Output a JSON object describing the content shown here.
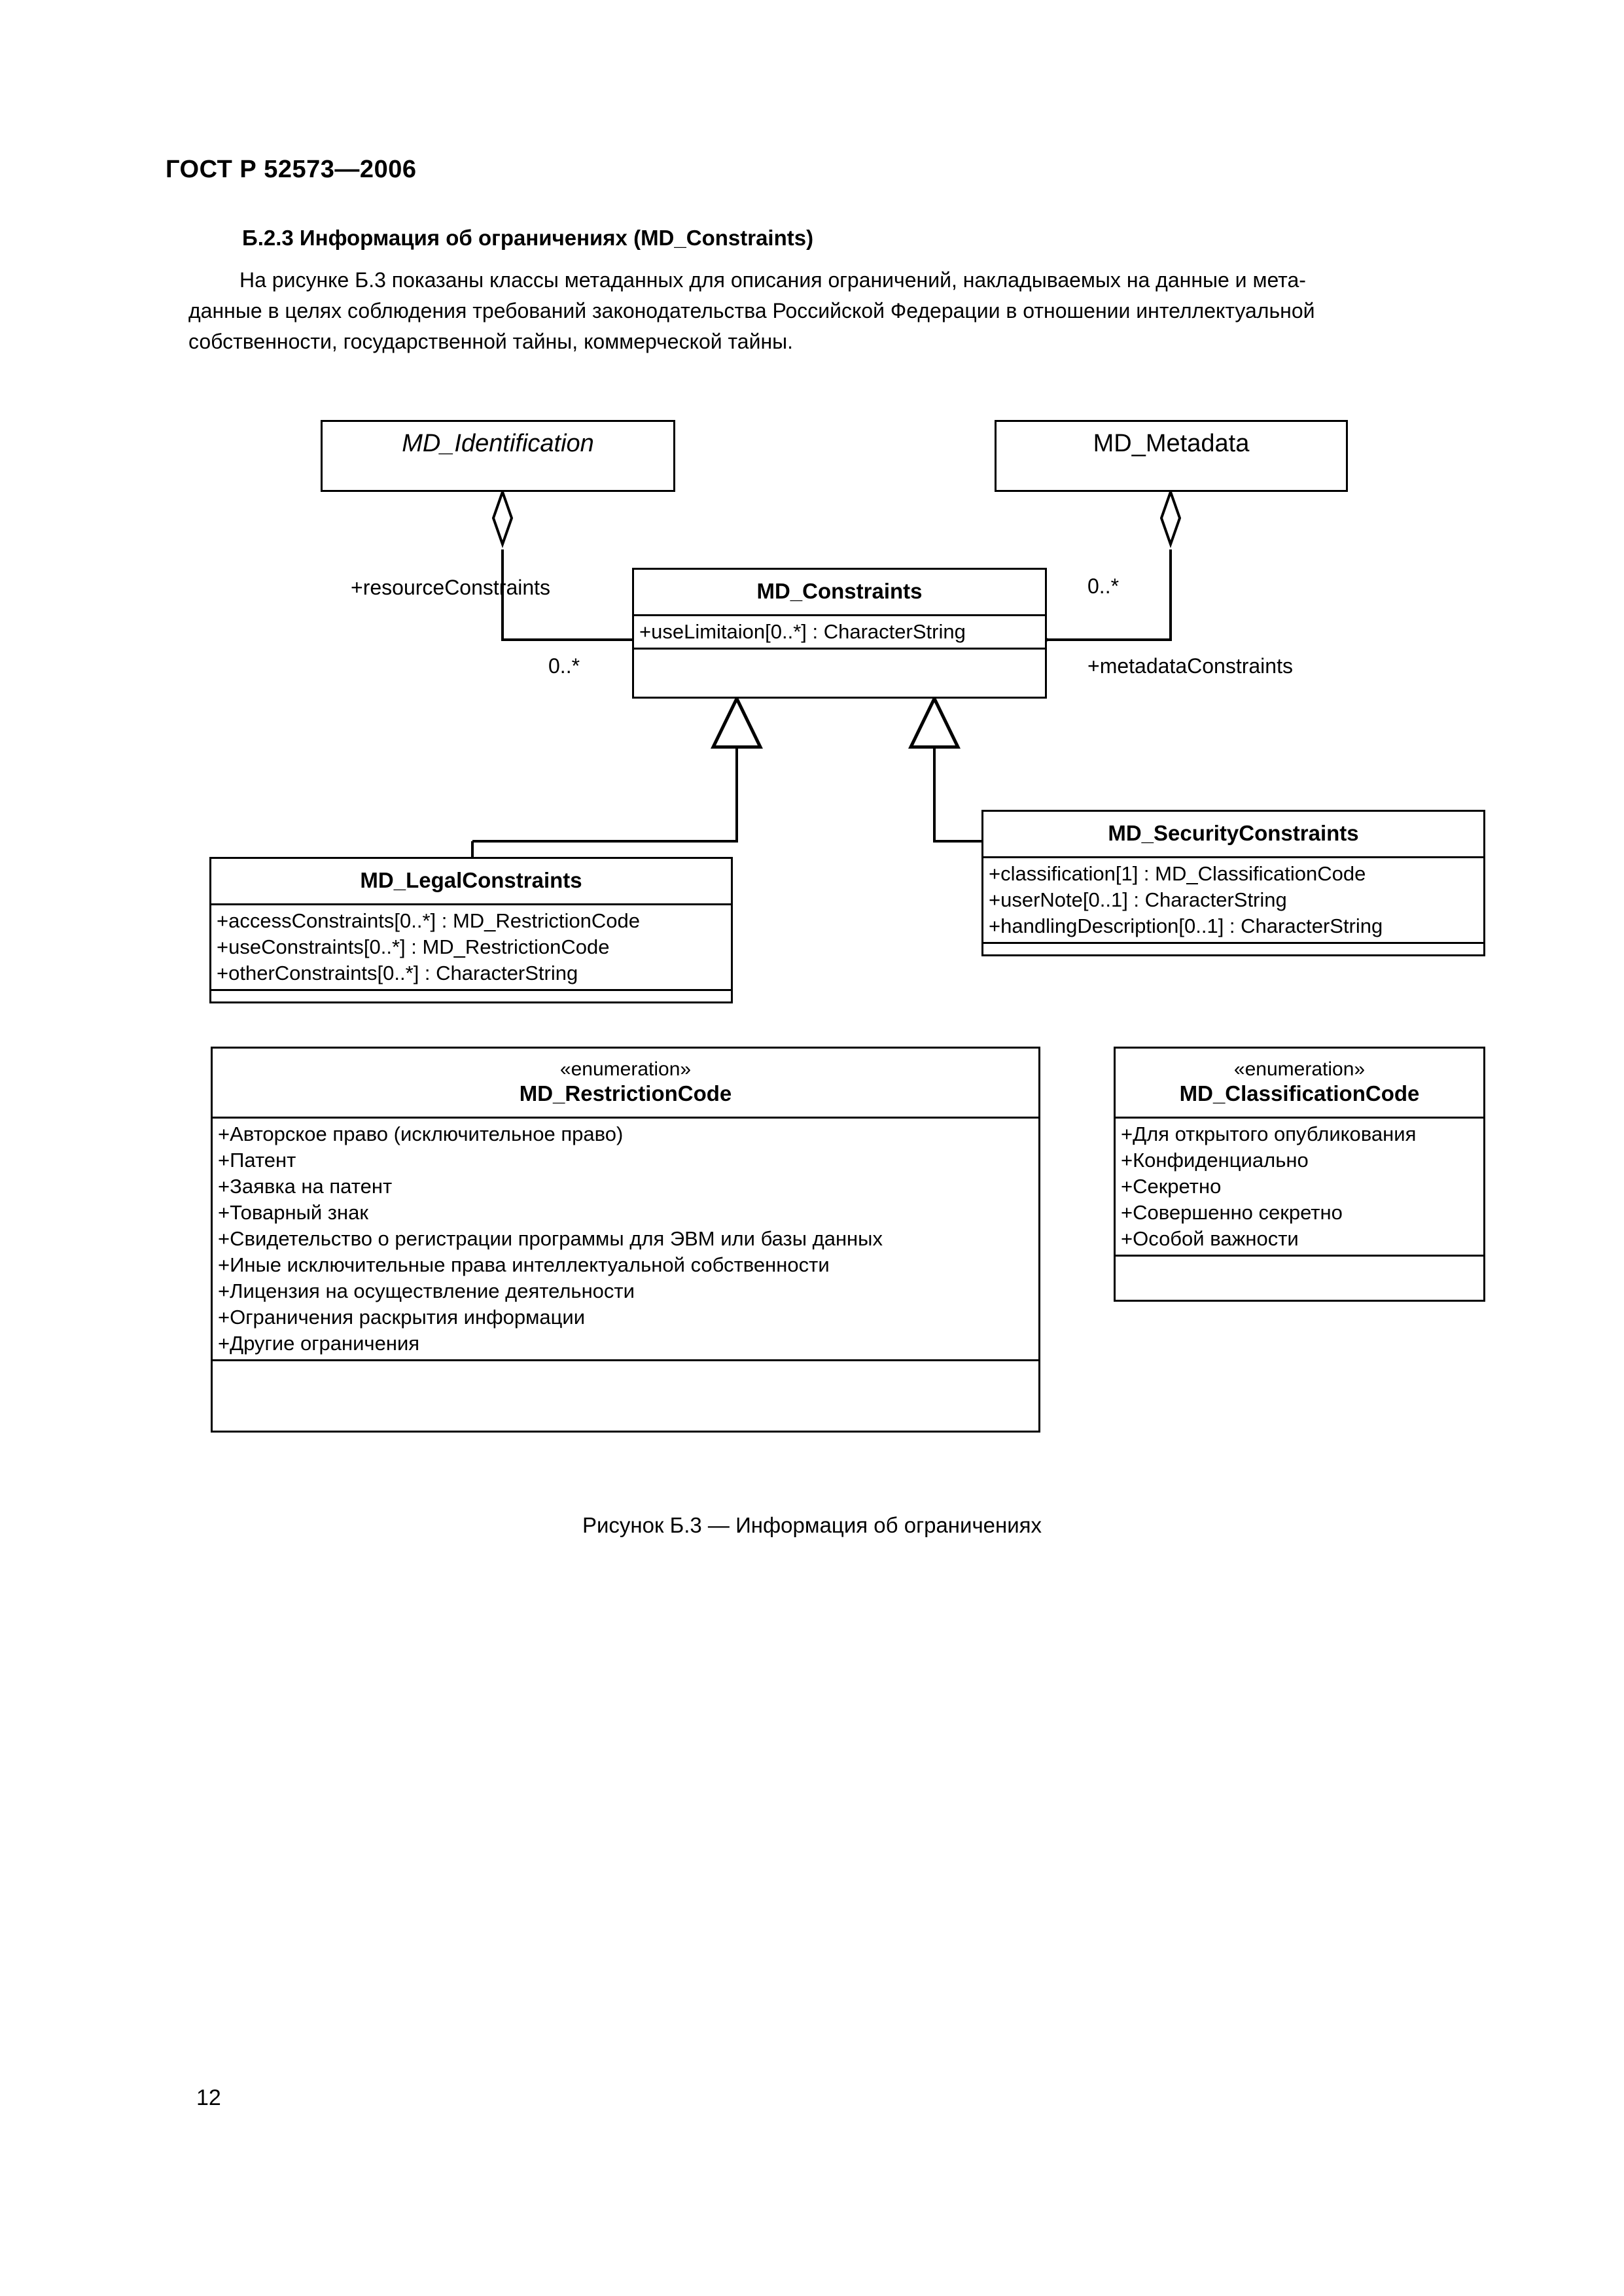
{
  "header": {
    "standard_number": "ГОСТ Р 52573—2006"
  },
  "section": {
    "heading": "Б.2.3  Информация об ограничениях (MD_Constraints)",
    "paragraph_line1": "На рисунке Б.3 показаны классы метаданных для описания ограничений, накладываемых на данные и мета-",
    "paragraph_line2": "данные в целях соблюдения требований законодательства Российской Федерации в отношении интеллектуальной",
    "paragraph_line3": "собственности, государственной тайны, коммерческой тайны."
  },
  "diagram": {
    "classes": {
      "md_identification": {
        "name": "MD_Identification"
      },
      "md_metadata": {
        "name": "MD_Metadata"
      },
      "md_constraints": {
        "name": "MD_Constraints",
        "attributes": [
          "+useLimitaion[0..*] : CharacterString"
        ]
      },
      "md_legal_constraints": {
        "name": "MD_LegalConstraints",
        "attributes": [
          "+accessConstraints[0..*] : MD_RestrictionCode",
          "+useConstraints[0..*] : MD_RestrictionCode",
          "+otherConstraints[0..*] : CharacterString"
        ]
      },
      "md_security_constraints": {
        "name": "MD_SecurityConstraints",
        "attributes": [
          "+classification[1] : MD_ClassificationCode",
          "+userNote[0..1] : CharacterString",
          "+handlingDescription[0..1] : CharacterString"
        ]
      },
      "md_restriction_code": {
        "stereotype": "«enumeration»",
        "name": "MD_RestrictionCode",
        "attributes": [
          "+Авторское право (исключительное право)",
          "+Патент",
          "+Заявка на патент",
          "+Товарный знак",
          "+Свидетельство о регистрации программы для ЭВМ или базы данных",
          "+Иные исключительные права интеллектуальной собственности",
          "+Лицензия на осуществление деятельности",
          "+Ограничения раскрытия информации",
          "+Другие ограничения"
        ]
      },
      "md_classification_code": {
        "stereotype": "«enumeration»",
        "name": "MD_ClassificationCode",
        "attributes": [
          "+Для открытого опубликования",
          "+Конфиденциально",
          "+Секретно",
          "+Совершенно секретно",
          "+Особой важности"
        ]
      }
    },
    "edge_labels": {
      "resource_constraints": "+resourceConstraints",
      "multiplicity_left": "0..*",
      "multiplicity_right": "0..*",
      "metadata_constraints": "+metadataConstraints"
    },
    "caption": "Рисунок Б.3 — Информация об ограничениях"
  },
  "footer": {
    "page_number": "12"
  }
}
